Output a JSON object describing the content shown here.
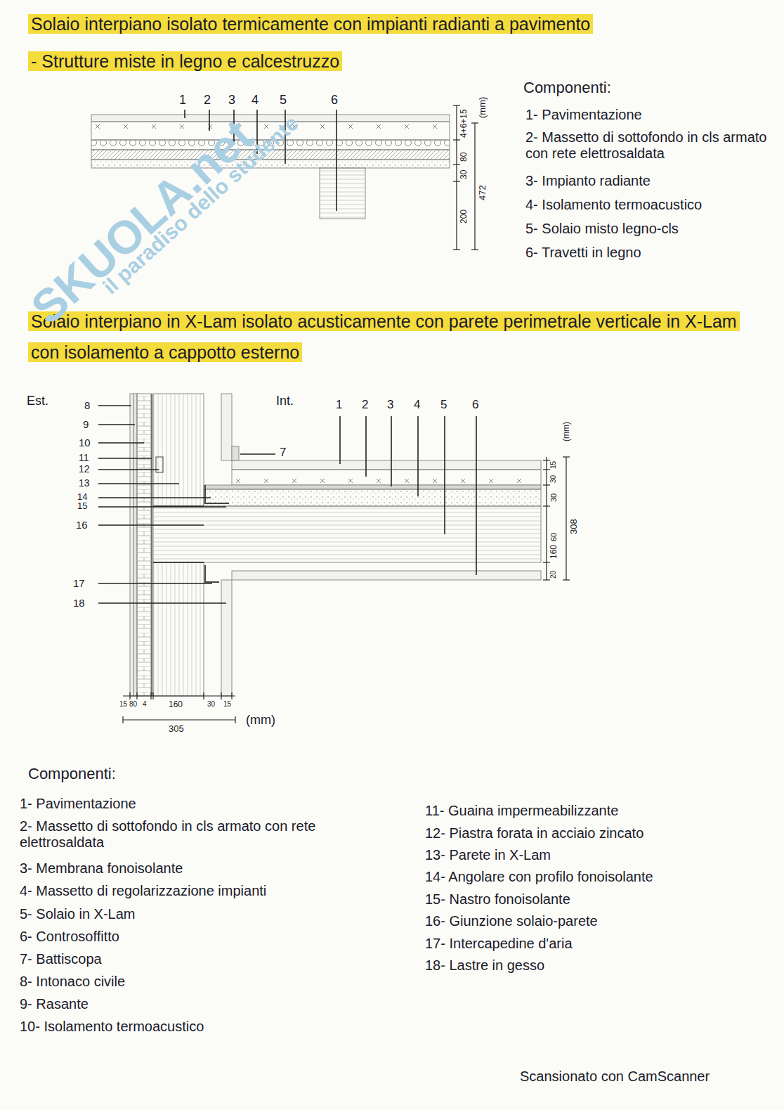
{
  "diagram": {
    "title": "Solaio interpiano isolato termicamente con impianti radianti a pavimento",
    "labels": [
      "- Strutture miste in legno e calcestruzzo",
      "1",
      "2",
      "3",
      "4",
      "5",
      "6",
      "(mm)",
      "4+6+15",
      "80",
      "30",
      "200",
      "472",
      "Componenti:",
      "1- Pavimentazione",
      "2- Massetto di sottofondo in cls armato con rete elettrosaldata",
      "3- Impianto radiante",
      "4- Isolamento termoacustico",
      "5- Solaio misto legno-cls",
      "6- Travetti in legno",
      "Solaio interpiano in X-Lam isolato acusticamente con parete perimetrale verticale in X-Lam con isolamento a cappotto esterno",
      "Est.",
      "Int.",
      "1",
      "2",
      "3",
      "4",
      "5",
      "6",
      "7",
      "8",
      "9",
      "10",
      "11",
      "12",
      "13",
      "14",
      "15",
      "16",
      "17",
      "18",
      "(mm)",
      "15",
      "30",
      "30",
      "60",
      "160",
      "20",
      "308",
      "15",
      "80",
      "4",
      "160",
      "30",
      "15",
      "305",
      "(mm)",
      "Componenti:",
      "1- Pavimentazione",
      "2- Massetto di sottofondo in cls armato con rete elettrosaldata",
      "3- Membrana fonoisolante",
      "4- Massetto di regolarizzazione impianti",
      "5- Solaio in X-Lam",
      "6- Controsoffitto",
      "7- Battiscopa",
      "8- Intonaco civile",
      "9- Rasante",
      "10- Isolamento termoacustico",
      "11- Guaina impermeabilizzante",
      "12- Piastra forata in acciaio zincato",
      "13- Parete in X-Lam",
      "14- Angolare con profilo fonoisolante",
      "15- Nastro fonoisolante",
      "16- Giunzione solaio-parete",
      "17- Intercapedine d'aria",
      "18- Lastre in gesso",
      "SKUOLA.net",
      "il paradiso dello studente",
      "Scansionato con CamScanner"
    ]
  }
}
